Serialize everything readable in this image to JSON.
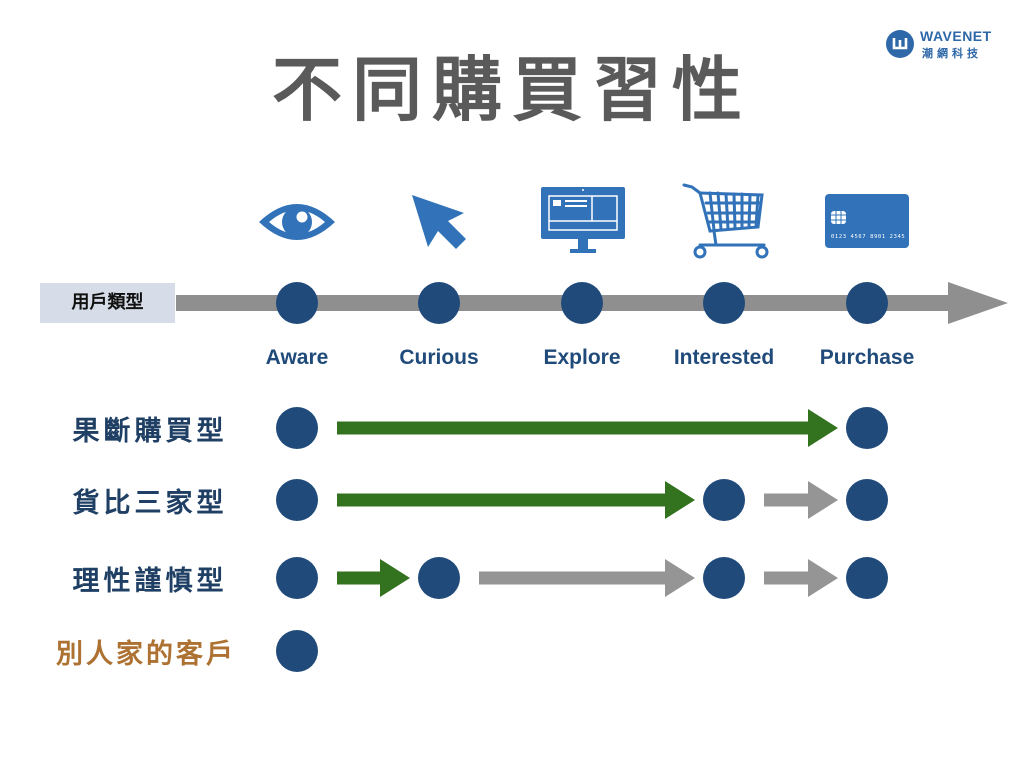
{
  "title": "不同購買習性",
  "logo": {
    "brand": "WAVENET",
    "subtitle": "潮網科技"
  },
  "axis_label": "用戶類型",
  "stages": [
    {
      "label": "Aware",
      "icon": "eye-icon"
    },
    {
      "label": "Curious",
      "icon": "cursor-arrow-icon"
    },
    {
      "label": "Explore",
      "icon": "monitor-icon"
    },
    {
      "label": "Interested",
      "icon": "shopping-cart-icon"
    },
    {
      "label": "Purchase",
      "icon": "credit-card-icon"
    }
  ],
  "card_number": "0123 4567 8901 2345",
  "colors": {
    "node": "#1f4a7a",
    "axis": "#8f8f8f",
    "green_arrow": "#33721f",
    "gray_arrow": "#959595",
    "icon_blue": "#3172b9",
    "row_label": "#1f3f64",
    "highlight_label": "#ad7131"
  },
  "rows": [
    {
      "label": "果斷購買型",
      "nodes": [
        0,
        4
      ],
      "arrows": [
        {
          "from": 0,
          "to": 4,
          "color": "green"
        }
      ]
    },
    {
      "label": "貨比三家型",
      "nodes": [
        0,
        3,
        4
      ],
      "arrows": [
        {
          "from": 0,
          "to": 3,
          "color": "green"
        },
        {
          "from": 3,
          "to": 4,
          "color": "gray"
        }
      ]
    },
    {
      "label": "理性謹慎型",
      "nodes": [
        0,
        1,
        3,
        4
      ],
      "arrows": [
        {
          "from": 0,
          "to": 1,
          "color": "green"
        },
        {
          "from": 1,
          "to": 3,
          "color": "gray"
        },
        {
          "from": 3,
          "to": 4,
          "color": "gray"
        }
      ]
    },
    {
      "label": "別人家的客戶",
      "nodes": [
        0
      ],
      "arrows": [],
      "highlight": true
    }
  ]
}
